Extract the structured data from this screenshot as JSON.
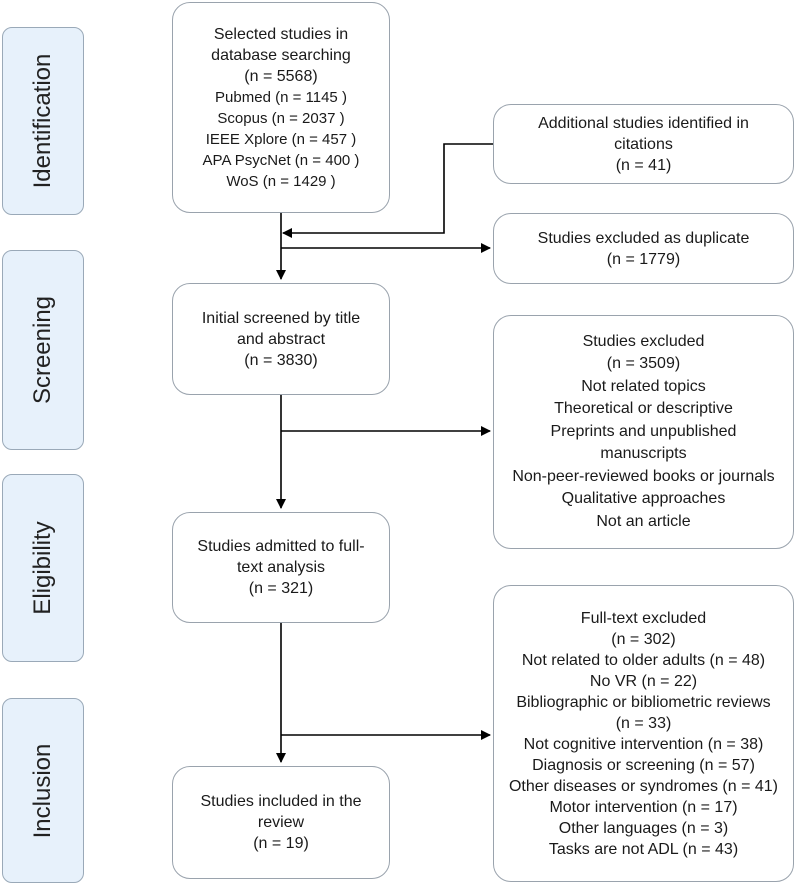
{
  "phases": {
    "identification": "Identification",
    "screening": "Screening",
    "eligibility": "Eligibility",
    "inclusion": "Inclusion"
  },
  "boxes": {
    "database": {
      "lines": [
        "Selected studies in",
        "database searching",
        "(n = 5568)"
      ],
      "sources": [
        "Pubmed (n = 1145 )",
        "Scopus (n = 2037 )",
        "IEEE Xplore (n = 457 )",
        "APA PsycNet (n = 400 )",
        "WoS (n = 1429 )"
      ]
    },
    "citations": {
      "lines": [
        "Additional studies identified in",
        "citations",
        "(n = 41)"
      ]
    },
    "duplicates": {
      "lines": [
        "Studies excluded as duplicate",
        "(n = 1779)"
      ]
    },
    "screened": {
      "lines": [
        "Initial screened by title",
        "and abstract",
        "(n = 3830)"
      ]
    },
    "excluded": {
      "lines": [
        "Studies excluded",
        "(n = 3509)",
        "Not related topics",
        "Theoretical or descriptive",
        "Preprints and unpublished",
        "manuscripts",
        "Non-peer-reviewed books or journals",
        "Qualitative approaches",
        "Not an article"
      ]
    },
    "fulltext": {
      "lines": [
        "Studies admitted to full-",
        "text analysis",
        "(n = 321)"
      ]
    },
    "fulltext_excluded": {
      "lines": [
        "Full-text excluded",
        "(n = 302)",
        "Not related to older adults (n = 48)",
        "No VR (n = 22)",
        "Bibliographic or bibliometric reviews",
        "(n = 33)",
        "Not cognitive intervention (n = 38)",
        "Diagnosis or screening (n = 57)",
        "Other diseases or syndromes (n = 41)",
        "Motor intervention (n = 17)",
        "Other languages (n = 3)",
        "Tasks are not ADL (n = 43)"
      ]
    },
    "included": {
      "lines": [
        "Studies included in the",
        "review",
        "(n = 19)"
      ]
    }
  },
  "colors": {
    "phase_fill": "#e7f1fb",
    "phase_border": "#9aa9b8",
    "box_border": "#9aa3ad",
    "line": "#000000"
  }
}
